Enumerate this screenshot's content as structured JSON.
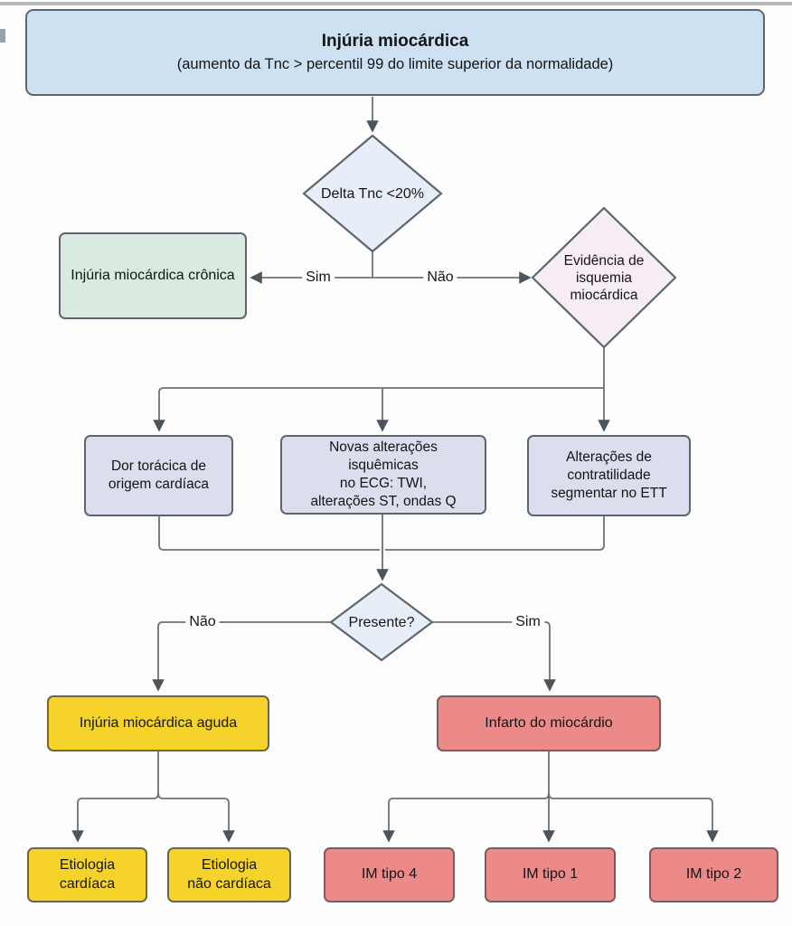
{
  "flowchart": {
    "root": {
      "title": "Injúria miocárdica",
      "subtitle": "(aumento da Tnc > percentil 99 do limite superior da normalidade)"
    },
    "delta_diamond": {
      "label": "Delta Tnc <20%"
    },
    "chronic_box": {
      "label": "Injúria miocárdica crônica"
    },
    "ischemia_diamond": {
      "line1": "Evidência de",
      "line2": "isquemia",
      "line3": "miocárdica"
    },
    "criteria": {
      "chest_pain": {
        "line1": "Dor torácica de",
        "line2": "origem cardíaca"
      },
      "ecg": {
        "line1": "Novas alterações",
        "line2": "isquêmicas",
        "line3": "no ECG: TWI,",
        "line4": "alterações ST, ondas Q"
      },
      "ett": {
        "line1": "Alterações de",
        "line2": "contratilidade",
        "line3": "segmentar no ETT"
      }
    },
    "present_diamond": {
      "label": "Presente?"
    },
    "acute_box": {
      "label": "Injúria miocárdica aguda"
    },
    "infarction_box": {
      "label": "Infarto do miocárdio"
    },
    "etiology_cardiac": {
      "line1": "Etiologia",
      "line2": "cardíaca"
    },
    "etiology_noncardiac": {
      "line1": "Etiologia",
      "line2": "não cardíaca"
    },
    "im_type4": {
      "label": "IM tipo 4"
    },
    "im_type1": {
      "label": "IM tipo 1"
    },
    "im_type2": {
      "label": "IM tipo 2"
    },
    "edge_labels": {
      "delta_yes": "Sim",
      "delta_no": "Não",
      "present_no": "Não",
      "present_yes": "Sim"
    }
  },
  "colors": {
    "root_fill": "#cde1f2",
    "decision_fill": "#e8eef8",
    "chronic_fill": "#daeae0",
    "ischemia_fill": "#f6ecf3",
    "criteria_fill": "#dcdded",
    "acute_fill": "#f6d32a",
    "infarction_fill": "#ec8a8a",
    "box_border": "#5c6670",
    "line": "#6b7279",
    "arrowhead": "#4d555c"
  }
}
